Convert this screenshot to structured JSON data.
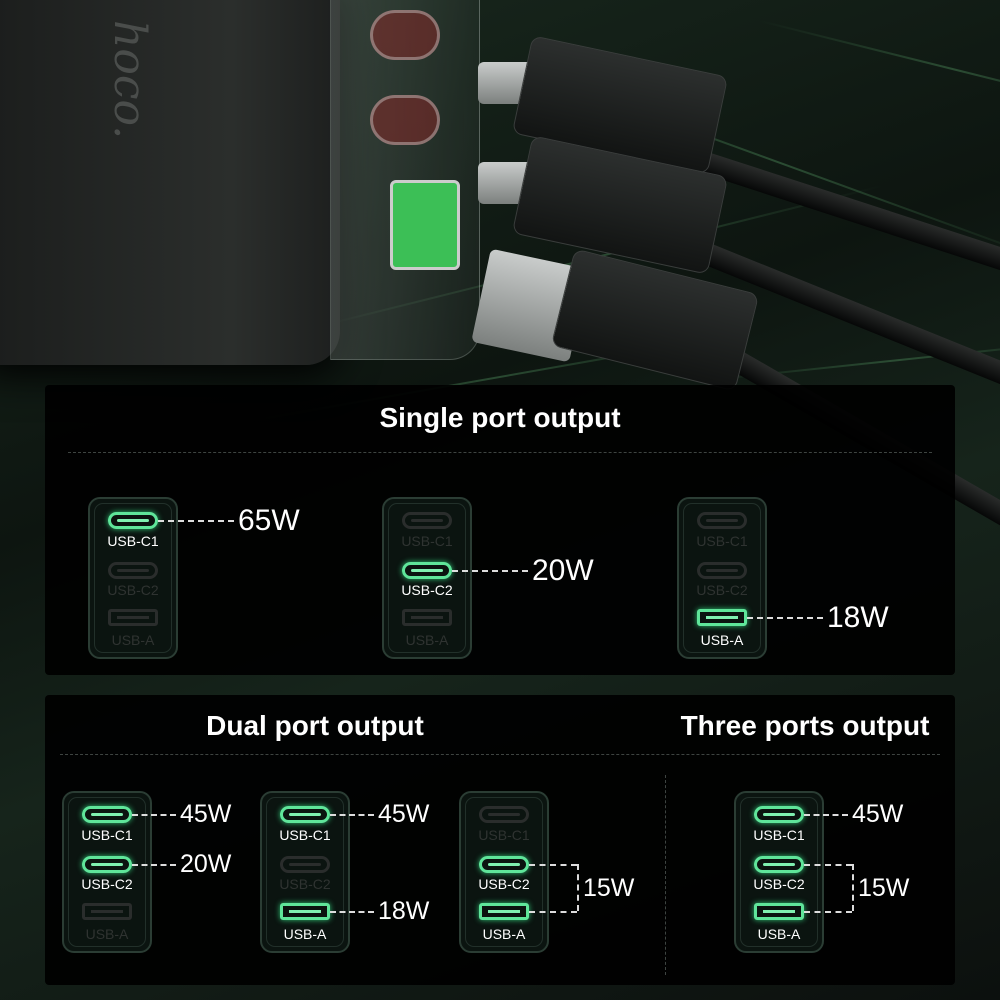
{
  "product": {
    "brand_logo": "hoco.",
    "port_markings": [
      "USB-C1",
      "USB-C2",
      "USB-A"
    ]
  },
  "single": {
    "title": "Single port output",
    "cards": [
      {
        "active": [
          "USB-C1"
        ],
        "outputs": [
          {
            "ports": [
              "USB-C1"
            ],
            "watt": "65W"
          }
        ]
      },
      {
        "active": [
          "USB-C2"
        ],
        "outputs": [
          {
            "ports": [
              "USB-C2"
            ],
            "watt": "20W"
          }
        ]
      },
      {
        "active": [
          "USB-A"
        ],
        "outputs": [
          {
            "ports": [
              "USB-A"
            ],
            "watt": "18W"
          }
        ]
      }
    ]
  },
  "multi": {
    "dual_title": "Dual port output",
    "three_title": "Three ports output",
    "cards": [
      {
        "active": [
          "USB-C1",
          "USB-C2"
        ],
        "outputs": [
          {
            "ports": [
              "USB-C1"
            ],
            "watt": "45W"
          },
          {
            "ports": [
              "USB-C2"
            ],
            "watt": "20W"
          }
        ]
      },
      {
        "active": [
          "USB-C1",
          "USB-A"
        ],
        "outputs": [
          {
            "ports": [
              "USB-C1"
            ],
            "watt": "45W"
          },
          {
            "ports": [
              "USB-A"
            ],
            "watt": "18W"
          }
        ]
      },
      {
        "active": [
          "USB-C2",
          "USB-A"
        ],
        "outputs": [
          {
            "ports": [
              "USB-C2",
              "USB-A"
            ],
            "watt": "15W"
          }
        ]
      },
      {
        "active": [
          "USB-C1",
          "USB-C2",
          "USB-A"
        ],
        "outputs": [
          {
            "ports": [
              "USB-C1"
            ],
            "watt": "45W"
          },
          {
            "ports": [
              "USB-C2",
              "USB-A"
            ],
            "watt": "15W"
          }
        ]
      }
    ]
  },
  "port_labels": [
    "USB-C1",
    "USB-C2",
    "USB-A"
  ],
  "colors": {
    "accent": "#5fe59a",
    "inactive": "#2f3331",
    "panel": "#000000"
  }
}
